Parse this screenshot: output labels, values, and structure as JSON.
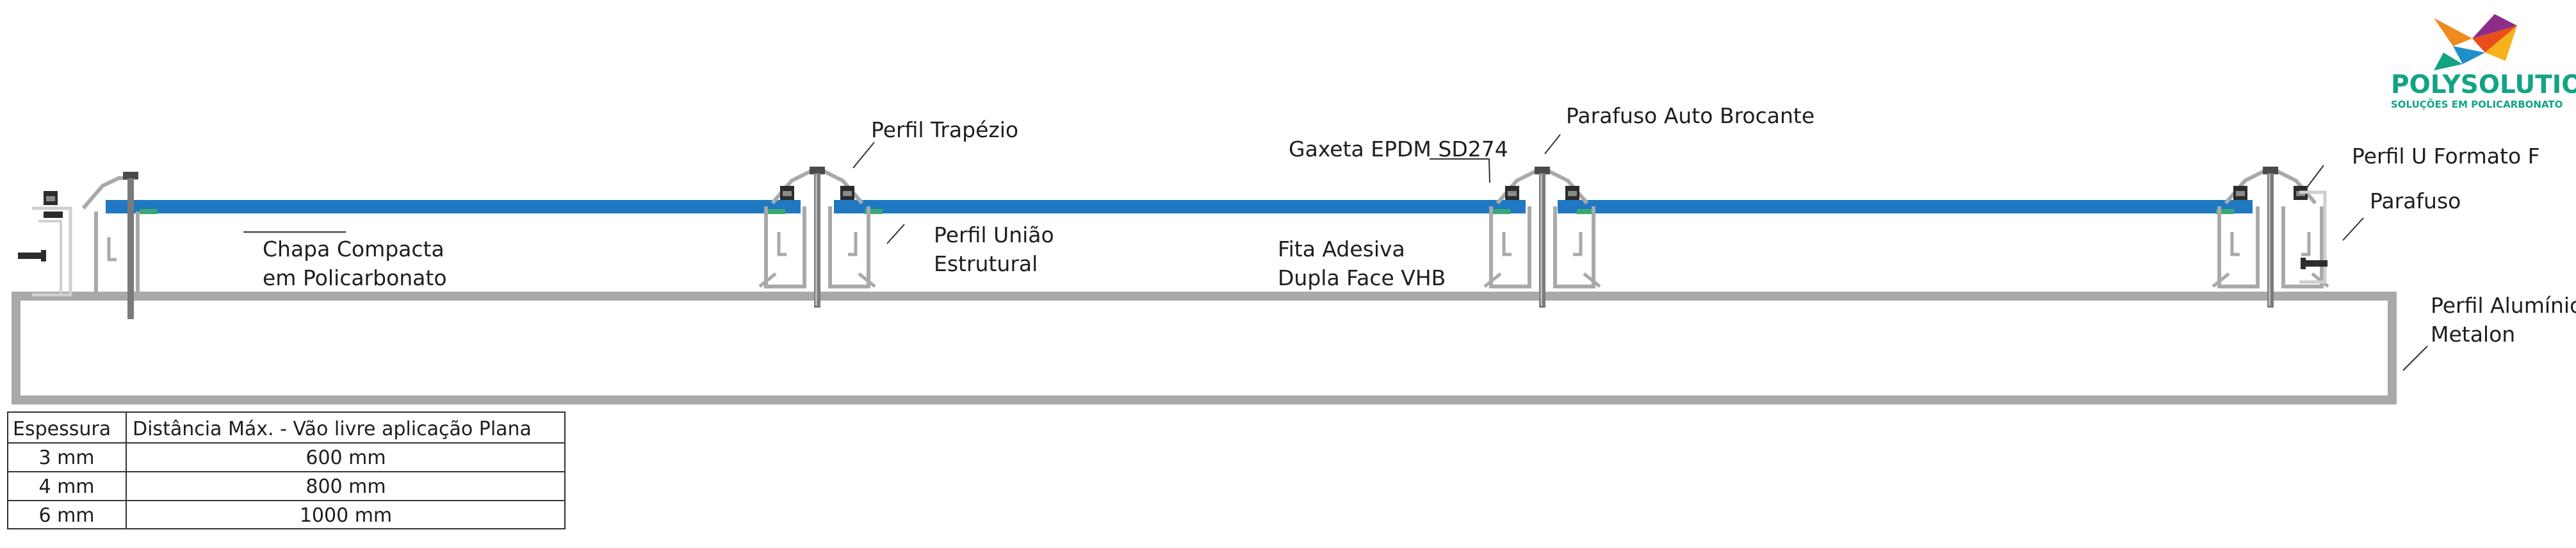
{
  "brand": {
    "name": "POLYSOLUTION",
    "tagline": "SOLUÇÕES EM POLICARBONATO"
  },
  "labels": {
    "perfil_trapezio": "Perfil Trapézio",
    "gaxeta": "Gaxeta  EPDM SD274",
    "parafuso_auto": "Parafuso Auto Brocante",
    "perfil_u_line1": "Perfil U Formato F",
    "parafuso": "Parafuso",
    "chapa_line1": "Chapa Compacta",
    "chapa_line2": "em Policarbonato",
    "uniao_line1": "Perfil União",
    "uniao_line2": "Estrutural",
    "fita_line1": "Fita Adesiva",
    "fita_line2": "Dupla Face  VHB",
    "metalon_line1": "Perfil Alumínio",
    "metalon_line2": "Metalon"
  },
  "table": {
    "headers": [
      "Espessura",
      "Distância Máx. - Vão livre aplicação Plana"
    ],
    "rows": [
      [
        "3 mm",
        "600 mm"
      ],
      [
        "4 mm",
        "800 mm"
      ],
      [
        "6 mm",
        "1000 mm"
      ]
    ]
  },
  "colors": {
    "polycarbonate": "#1f78c1",
    "aluminum": "#a9a9a9",
    "tape": "#3aa876",
    "gasket": "#2c2c2c",
    "brand": "#12a384"
  }
}
